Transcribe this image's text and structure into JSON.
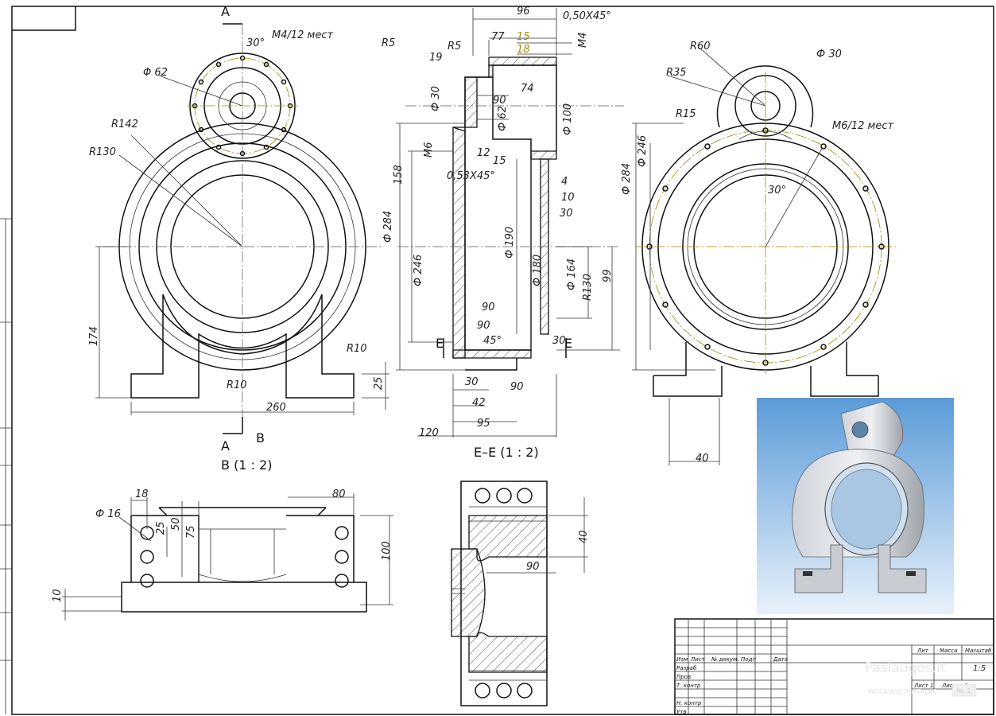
{
  "views": {
    "front_dims": [
      "Φ 62",
      "M4/12 мест",
      "30°",
      "R142",
      "R130",
      "174",
      "R10",
      "R10",
      "260",
      "25"
    ],
    "section_a": [
      "A",
      "A",
      "B"
    ],
    "section_dims": [
      "96",
      "0,50X45°",
      "77",
      "15",
      "18",
      "M4",
      "R5",
      "R5",
      "19",
      "74",
      "Ф 30",
      "90",
      "Ф 62",
      "Ф 100",
      "M6",
      "12",
      "15",
      "0,53X45°",
      "158",
      "Ф 284",
      "Ф 246",
      "4",
      "10",
      "30",
      "Ф 190",
      "Ф 180",
      "Ф 164",
      "R130",
      "99",
      "90",
      "90",
      "45°",
      "30",
      "E",
      "E",
      "30",
      "90",
      "42",
      "95",
      "120"
    ],
    "right_dims": [
      "R60",
      "Ф 30",
      "R35",
      "R15",
      "M6/12 мест",
      "Ф 246",
      "Ф 284",
      "30°",
      "40"
    ],
    "bottom_dims": [
      "Ф 16",
      "18",
      "25",
      "50",
      "75",
      "80",
      "100",
      "10"
    ],
    "hatch_dims": [
      "40",
      "90"
    ],
    "titles": {
      "view_b": "B (1 : 2)",
      "section_e": "E–E (1 : 2)"
    }
  },
  "title_block": {
    "headers": [
      "Изм",
      "Лист",
      "№ докум.",
      "Подп",
      "Дата"
    ],
    "rows": [
      "Разраб",
      "Пров",
      "Т. контр",
      "Н. контр",
      "Утв"
    ],
    "top_right": [
      "Лит",
      "Масса",
      "Масштаб"
    ],
    "scale": "1:5",
    "sheet": "Лист 1",
    "sheets": "Листов 1"
  },
  "watermark": {
    "brand": "Paslaugos.lt",
    "sub": "PASLAUGŲ PORTALAS",
    "badge": "Nr. 1"
  },
  "colors": {
    "line": "#111111",
    "axis_yellow": "#9a8a00",
    "render_blue": "#5b9bd8",
    "render_light": "#d9e9f7"
  }
}
